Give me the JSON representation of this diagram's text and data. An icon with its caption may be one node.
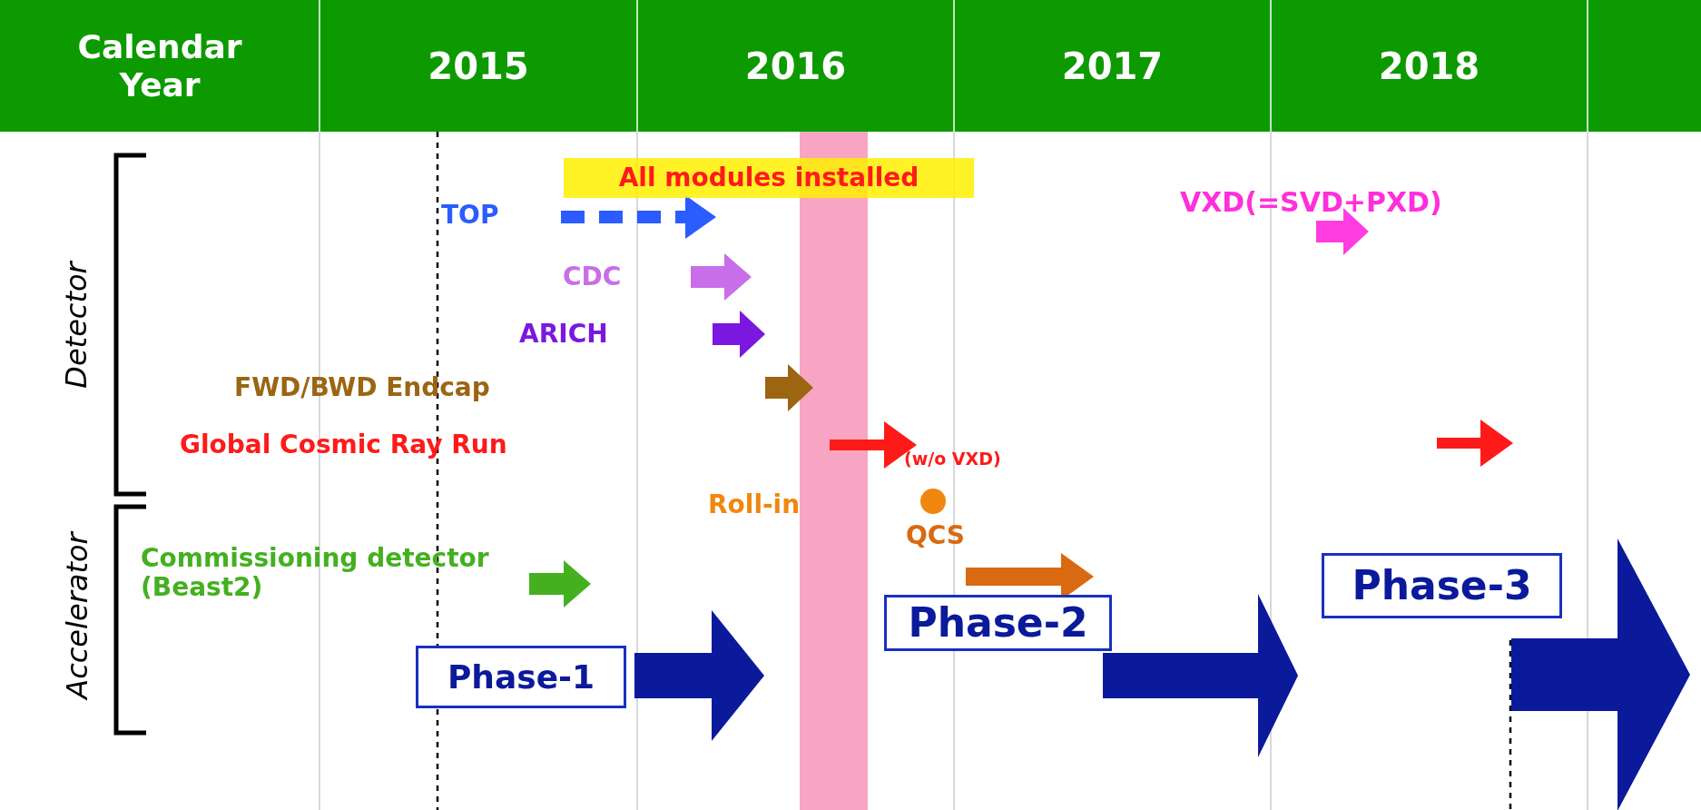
{
  "diagram": {
    "nodes": [
      {
        "text": [
          "All modules installed"
        ]
      },
      {
        "text": [
          "Phase-1"
        ]
      },
      {
        "text": [
          "Phase-2"
        ]
      },
      {
        "text": [
          "Phase-3"
        ]
      }
    ],
    "edges": [],
    "labels": [
      "Calendar Year",
      "2015",
      "2016",
      "2017",
      "2018",
      "VXD(=SVD+PXD)",
      "TOP",
      "Detector",
      "CDC",
      "ARICH",
      "FWD/BWD Endcap",
      "Global Cosmic Ray Run",
      "(w/o VXD)",
      "Roll-in",
      "QCS",
      "Accelerator",
      "Commissioning detector (Beast2)"
    ]
  }
}
